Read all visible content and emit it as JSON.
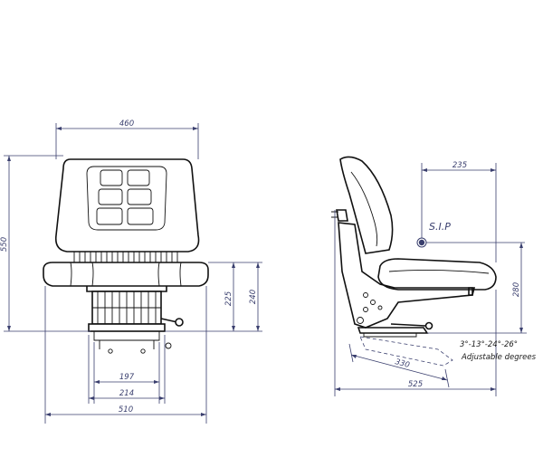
{
  "front_view": {
    "dims": {
      "top_width": "460",
      "overall_height": "550",
      "height_a": "225",
      "height_b": "240",
      "slide_a": "197",
      "slide_b": "214",
      "base_width": "510"
    }
  },
  "side_view": {
    "dims": {
      "sip_offset": "235",
      "sip_height": "280",
      "slide_travel": "330",
      "depth": "525"
    },
    "sip_label": "S.I.P",
    "angle_note_line1": "3°-13°-24°-26°",
    "angle_note_line2": "Adjustable degrees"
  },
  "colors": {
    "dimension_line": "#3a3f6e",
    "outline": "#111111"
  }
}
